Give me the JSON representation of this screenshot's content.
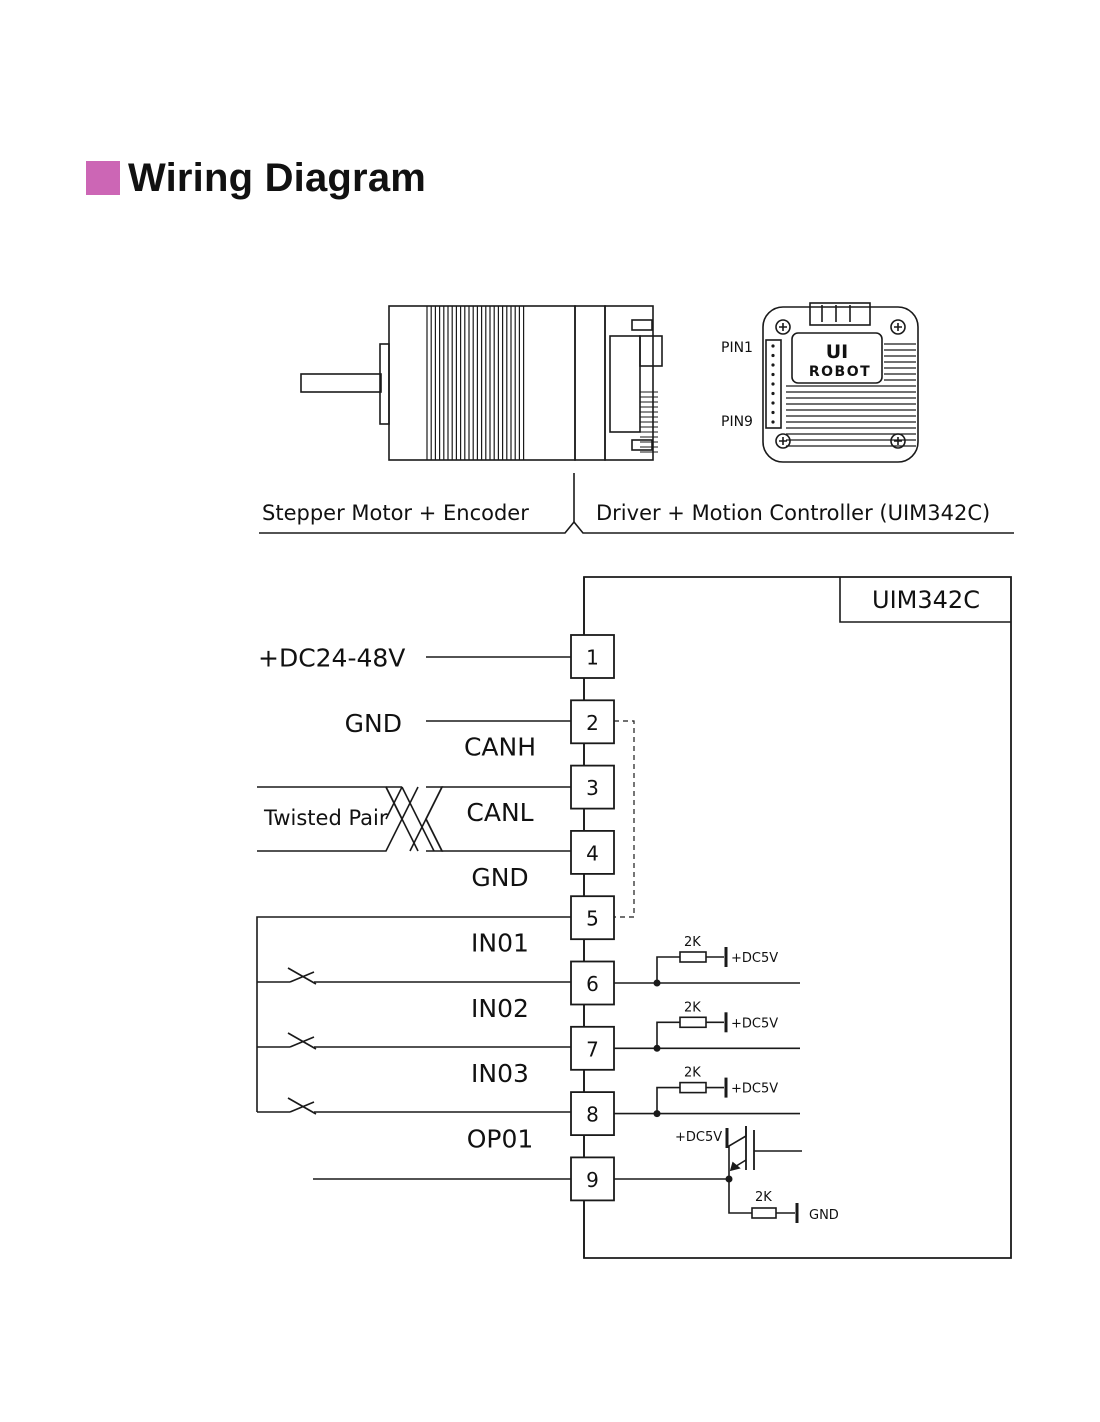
{
  "title": "Wiring Diagram",
  "colors": {
    "accent": "#cc66b5",
    "line": "#1a1a1a"
  },
  "top_labels": {
    "motor": "Stepper Motor + Encoder",
    "driver": "Driver + Motion Controller (UIM342C)",
    "pin1": "PIN1",
    "pin9": "PIN9",
    "logo_line1": "UI",
    "logo_line2": "ROBOT"
  },
  "controller": {
    "name": "UIM342C"
  },
  "pins": [
    {
      "num": "1",
      "label": "+DC24-48V"
    },
    {
      "num": "2",
      "label": "GND"
    },
    {
      "num": "3",
      "label": "CANH"
    },
    {
      "num": "4",
      "label": "CANL"
    },
    {
      "num": "5",
      "label": "GND"
    },
    {
      "num": "6",
      "label": "IN01"
    },
    {
      "num": "7",
      "label": "IN02"
    },
    {
      "num": "8",
      "label": "IN03"
    },
    {
      "num": "9",
      "label": "OP01"
    }
  ],
  "twisted_pair": "Twisted Pair",
  "circuit": {
    "resistor": "2K",
    "supply": "+DC5V",
    "ground": "GND"
  }
}
